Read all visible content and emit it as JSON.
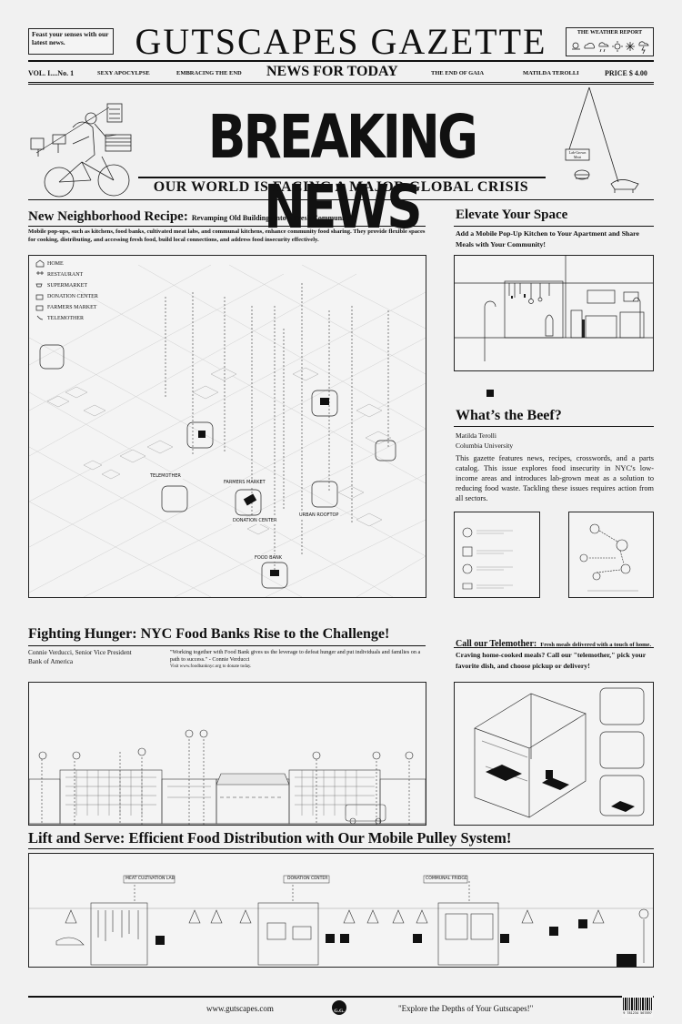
{
  "masthead": {
    "tagline": "Feast your senses with our latest news.",
    "title": "GUTSCAPES GAZETTE",
    "weather_label": "THE WEATHER REPORT",
    "weather_icons": [
      "sun-cloud-icon",
      "cloud-icon",
      "rain-icon",
      "sun-icon",
      "snow-icon",
      "storm-icon"
    ]
  },
  "infobar": {
    "volume": "VOL. I....No. 1",
    "section1": "SEXY APOCYLPSE",
    "section2": "EMBRACING THE END",
    "headline": "NEWS FOR TODAY",
    "section3": "THE END OF GAIA",
    "author": "MATILDA TEROLLI",
    "price": "PRICE $ 4.00"
  },
  "banner": {
    "title": "BREAKING NEWS",
    "subtitle": "OUR WORLD IS FACING A MAJOR GLOBAL CRISIS",
    "meat_tag": "Lab-Grown Meat"
  },
  "neighborhood": {
    "title": "New Neighborhood Recipe:",
    "subtitle": "Revamping Old Buildings into a Fresh Community!",
    "body": "Mobile pop-ups, such as kitchens, food banks, cultivated meat labs, and communal kitchens, enhance community food sharing. They provide flexible spaces for cooking, distributing, and accessing fresh food, build local connections, and address food insecurity effectively.",
    "legend": [
      "HOME",
      "RESTAURANT",
      "SUPERMARKET",
      "DONATION CENTER",
      "FARMERS MARKET",
      "TELEMOTHER"
    ],
    "map_labels": [
      "TELEMOTHER",
      "FARMERS MARKET",
      "DONATION CENTER",
      "URBAN ROOFTOP",
      "FOOD BANK"
    ]
  },
  "elevate": {
    "title": "Elevate Your Space",
    "body": "Add a Mobile Pop-Up Kitchen to Your Apartment and Share Meals with Your Community!"
  },
  "beef": {
    "title": "What’s the Beef?",
    "author": "Matilda Terolli",
    "affiliation": "Columbia University",
    "body": "This gazette features news, recipes, crosswords, and a parts catalog. This issue explores food insecurity in NYC's low-income areas and introduces lab-grown meat as a solution to reducing food waste. Tackling these issues requires action from all sectors."
  },
  "hunger": {
    "title": "Fighting Hunger: NYC Food Banks Rise to the Challenge!",
    "byline_name": "Connie Verducci, Senior Vice President",
    "byline_org": "Bank of America",
    "quote": "\"Working together with Food Bank gives us the leverage to defeat hunger and put individuals and families on a path to success.\" - Connie Verducci",
    "link": "Visit www.foodbanknyc.org to donate today."
  },
  "telemother": {
    "title": "Call our Telemother:",
    "tagline": "Fresh meals delivered with a touch of home.",
    "body": "Craving home-cooked meals? Call our \"telemother,\" pick your favorite dish, and choose pickup or delivery!"
  },
  "pulley": {
    "title": "Lift and Serve: Efficient Food Distribution with Our Mobile Pulley System!",
    "labels": [
      "MEAT CULTIVATION LAB",
      "DONATION CENTER",
      "COMMUNAL FRIDGE"
    ]
  },
  "footer": {
    "website": "www.gutscapes.com",
    "logo": "G.G.",
    "slogan": "\"Explore the Depths of Your Gutscapes!\"",
    "barcode_number": "9 781234 567897"
  }
}
